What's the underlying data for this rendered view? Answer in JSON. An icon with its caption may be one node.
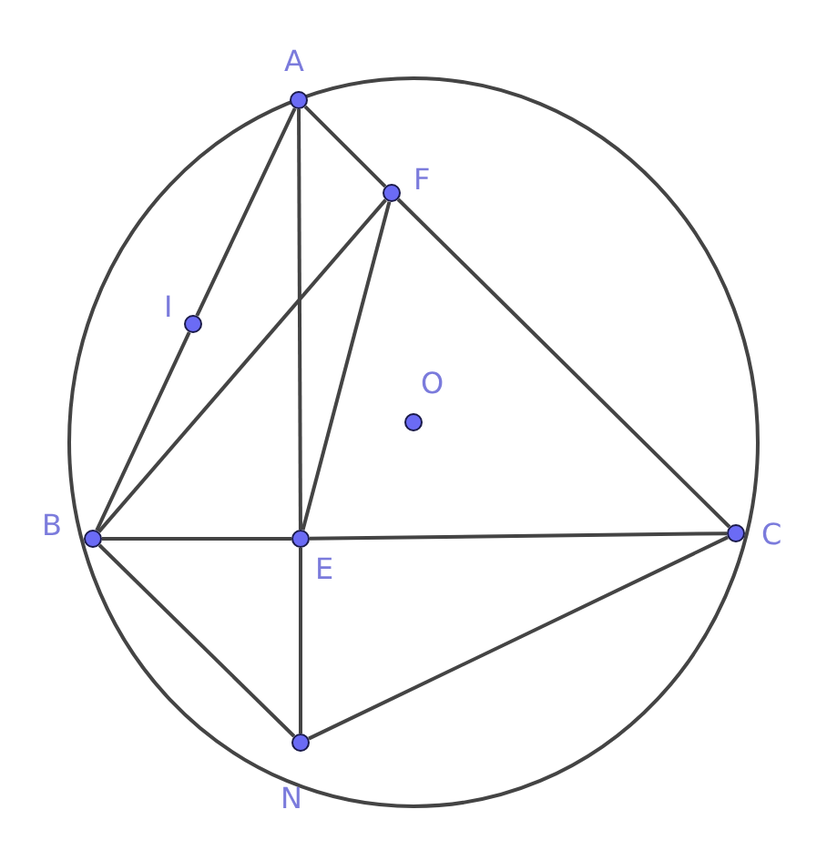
{
  "diagram": {
    "nodes": [
      {
        "text": [
          "A"
        ]
      },
      {
        "text": [
          "F"
        ]
      },
      {
        "text": [
          "I"
        ]
      },
      {
        "text": [
          "O"
        ]
      },
      {
        "text": [
          "B"
        ]
      },
      {
        "text": [
          "E"
        ]
      },
      {
        "text": [
          "C"
        ]
      },
      {
        "text": [
          "N"
        ]
      }
    ],
    "edges": [
      {
        "from": 0,
        "to": 2,
        "arrow": "none"
      },
      {
        "from": 2,
        "to": 4,
        "arrow": "none"
      },
      {
        "from": 0,
        "to": 1,
        "arrow": "none"
      },
      {
        "from": 1,
        "to": 6,
        "arrow": "none"
      },
      {
        "from": 0,
        "to": 5,
        "arrow": "none"
      },
      {
        "from": 5,
        "to": 7,
        "arrow": "none"
      },
      {
        "from": 4,
        "to": 1,
        "arrow": "none"
      },
      {
        "from": 1,
        "to": 5,
        "arrow": "none"
      },
      {
        "from": 4,
        "to": 5,
        "arrow": "none"
      },
      {
        "from": 5,
        "to": 6,
        "arrow": "none"
      },
      {
        "from": 4,
        "to": 7,
        "arrow": "none"
      },
      {
        "from": 7,
        "to": 6,
        "arrow": "none"
      }
    ]
  }
}
